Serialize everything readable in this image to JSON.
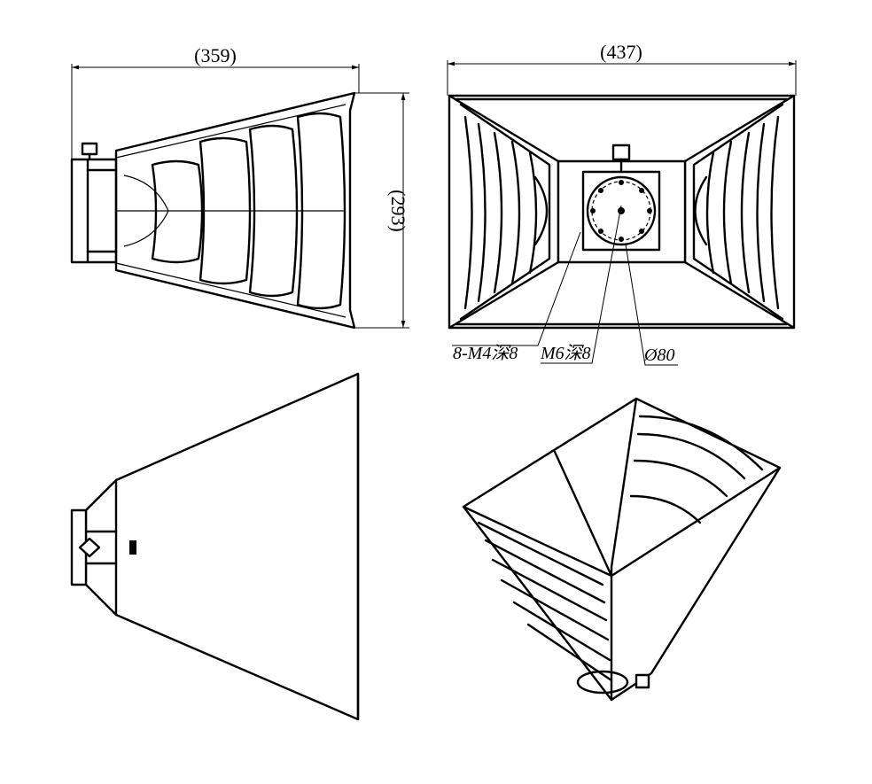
{
  "dimensions": {
    "width_top_left": "(359)",
    "height_top_left": "(293)",
    "width_top_right": "(437)"
  },
  "callouts": {
    "m4": "8-M4深8",
    "m6": "M6深8",
    "dia": "Ø80"
  },
  "views": [
    "side-view",
    "front-view",
    "bottom-view",
    "isometric-view"
  ]
}
